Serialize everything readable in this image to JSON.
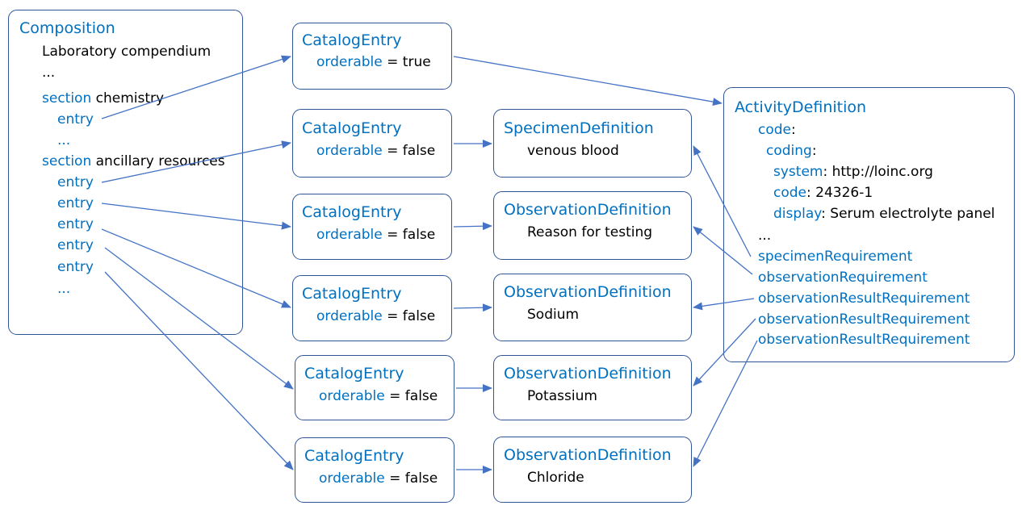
{
  "composition": {
    "title": "Composition",
    "name": "Laboratory compendium",
    "ellipsis1": "...",
    "section1_kw": "section",
    "section1_name": "chemistry",
    "section1_entry": "entry",
    "ellipsis2": "...",
    "section2_kw": "section",
    "section2_name": "ancillary resources",
    "section2_entries": [
      "entry",
      "entry",
      "entry",
      "entry",
      "entry"
    ],
    "ellipsis3": "..."
  },
  "catalog_entries": [
    {
      "title": "CatalogEntry",
      "key": "orderable",
      "eq": "=",
      "value": "true"
    },
    {
      "title": "CatalogEntry",
      "key": "orderable",
      "eq": "=",
      "value": "false"
    },
    {
      "title": "CatalogEntry",
      "key": "orderable",
      "eq": "=",
      "value": "false"
    },
    {
      "title": "CatalogEntry",
      "key": "orderable",
      "eq": "=",
      "value": "false"
    },
    {
      "title": "CatalogEntry",
      "key": "orderable",
      "eq": "=",
      "value": "false"
    },
    {
      "title": "CatalogEntry",
      "key": "orderable",
      "eq": "=",
      "value": "false"
    }
  ],
  "definitions": [
    {
      "title": "SpecimenDefinition",
      "text": "venous blood"
    },
    {
      "title": "ObservationDefinition",
      "text": "Reason for testing"
    },
    {
      "title": "ObservationDefinition",
      "text": "Sodium"
    },
    {
      "title": "ObservationDefinition",
      "text": "Potassium"
    },
    {
      "title": "ObservationDefinition",
      "text": "Chloride"
    }
  ],
  "activity": {
    "title": "ActivityDefinition",
    "code_kw": "code",
    "colon": ":",
    "coding_kw": "coding",
    "system_kw": "system",
    "system_val": ": http://loinc.org",
    "code2_kw": "code",
    "code2_val": ": 24326-1",
    "display_kw": "display",
    "display_val": ": Serum electrolyte panel",
    "ellipsis": "...",
    "specimen_req": "specimenRequirement",
    "observation_req": "observationRequirement",
    "result_reqs": [
      "observationResultRequirement",
      "observationResultRequirement",
      "observationResultRequirement"
    ]
  },
  "colors": {
    "accent": "#0070c0",
    "border": "#2f5597",
    "arrow": "#4472c4"
  }
}
